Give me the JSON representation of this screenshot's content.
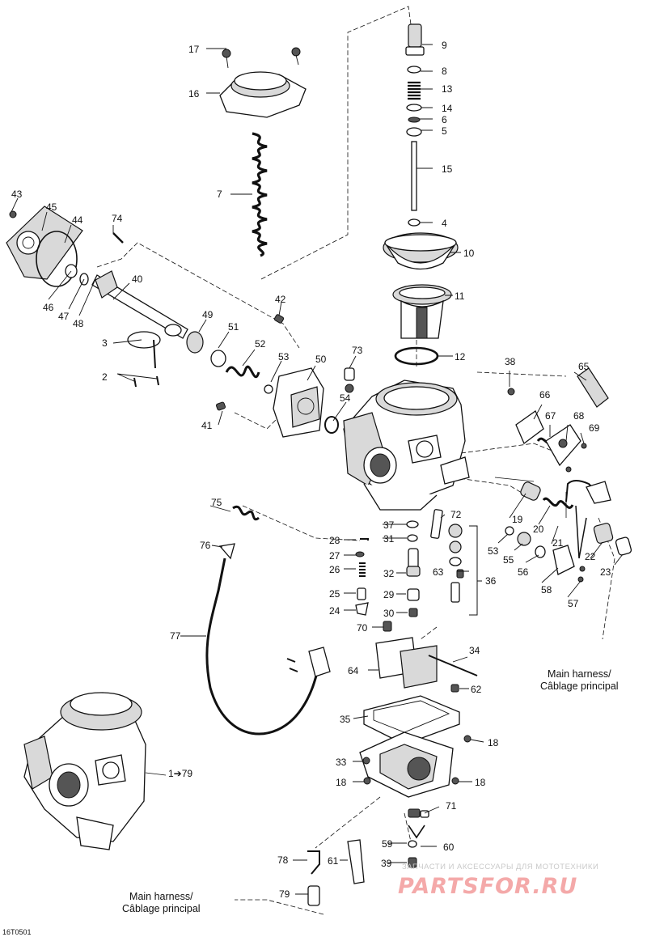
{
  "diagram": {
    "callouts": {
      "c1": "1➔79",
      "c2": "2",
      "c3": "3",
      "c4": "4",
      "c5": "5",
      "c6": "6",
      "c7": "7",
      "c8": "8",
      "c9": "9",
      "c10": "10",
      "c11": "11",
      "c12": "12",
      "c13": "13",
      "c14": "14",
      "c15": "15",
      "c16": "16",
      "c17": "17",
      "c18a": "18",
      "c18b": "18",
      "c18c": "18",
      "c19": "19",
      "c20": "20",
      "c21": "21",
      "c22": "22",
      "c23": "23",
      "c24": "24",
      "c25": "25",
      "c26": "26",
      "c27": "27",
      "c28": "28",
      "c29": "29",
      "c30": "30",
      "c31": "31",
      "c32": "32",
      "c33": "33",
      "c34": "34",
      "c35": "35",
      "c36": "36",
      "c37": "37",
      "c38": "38",
      "c39": "39",
      "c40": "40",
      "c41": "41",
      "c42": "42",
      "c43": "43",
      "c44": "44",
      "c45": "45",
      "c46": "46",
      "c47": "47",
      "c48": "48",
      "c49": "49",
      "c50": "50",
      "c51": "51",
      "c52": "52",
      "c53a": "53",
      "c53b": "53",
      "c54": "54",
      "c55": "55",
      "c56": "56",
      "c57": "57",
      "c58": "58",
      "c59": "59",
      "c60": "60",
      "c61": "61",
      "c62": "62",
      "c63": "63",
      "c64": "64",
      "c65": "65",
      "c66": "66",
      "c67": "67",
      "c68": "68",
      "c69": "69",
      "c70": "70",
      "c71": "71",
      "c72": "72",
      "c73": "73",
      "c74": "74",
      "c75": "75",
      "c76": "76",
      "c77": "77",
      "c78": "78",
      "c79": "79"
    },
    "notes": {
      "harness_right_line1": "Main harness/",
      "harness_right_line2": "Câblage principal",
      "harness_left_line1": "Main harness/",
      "harness_left_line2": "Câblage principal"
    },
    "drawing_code": "16T0501"
  },
  "watermark": {
    "text": "ЗАПЧАСТИ И АКСЕССУАРЫ ДЛЯ МОТОТЕХНИКИ",
    "logo": "PARTSFOR.RU"
  }
}
